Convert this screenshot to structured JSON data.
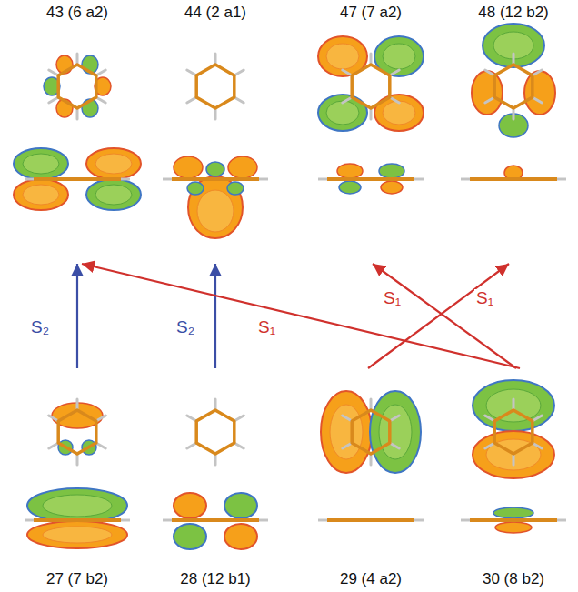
{
  "diagram": {
    "nodes": [
      {
        "text": [
          "43 (6 a2)"
        ]
      },
      {
        "text": [
          "44 (2 a1)"
        ]
      },
      {
        "text": [
          "47 (7 a2)"
        ]
      },
      {
        "text": [
          "48 (12 b2)"
        ]
      },
      {
        "text": [
          "27 (7 b2)"
        ]
      },
      {
        "text": [
          "28 (12 b1)"
        ]
      },
      {
        "text": [
          "29 (4 a2)"
        ]
      },
      {
        "text": [
          "30 (8 b2)"
        ]
      }
    ],
    "edges": [
      {
        "from": 4,
        "to": 0,
        "arrow": "to",
        "label": "S₂"
      },
      {
        "from": 5,
        "to": 1,
        "arrow": "to",
        "label": "S₂"
      },
      {
        "from": 7,
        "to": 0,
        "arrow": "to",
        "label": "S₁"
      },
      {
        "from": 7,
        "to": 2,
        "arrow": "to",
        "label": "S₁"
      },
      {
        "from": 6,
        "to": 3,
        "arrow": "to",
        "label": "S₁"
      }
    ]
  }
}
